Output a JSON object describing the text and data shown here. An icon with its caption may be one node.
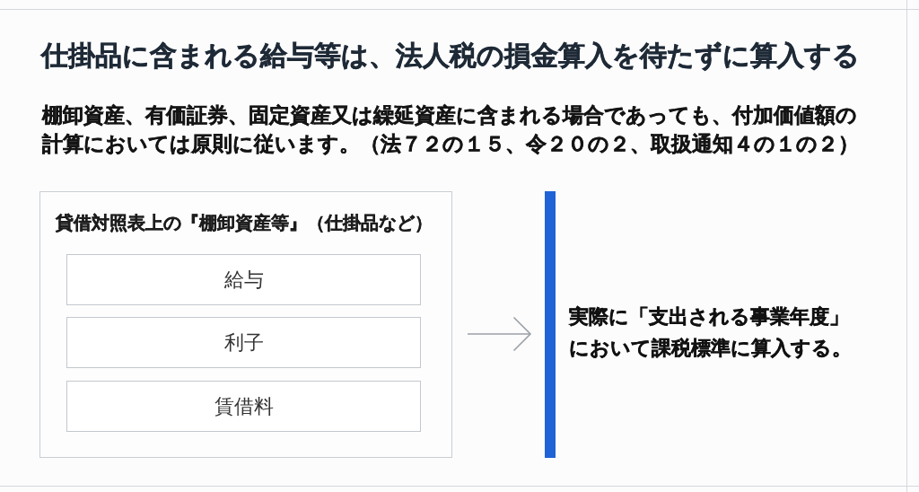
{
  "diagram": {
    "title": "仕掛品に含まれる給与等は、法人税の損金算入を待たずに算入する",
    "nodes": [
      {
        "text": [
          "貸借対照表上の『棚卸資産等』（仕掛品など）"
        ]
      },
      {
        "text": [
          "給与"
        ],
        "in": 0
      },
      {
        "text": [
          "利子"
        ],
        "in": 0
      },
      {
        "text": [
          "賃借料"
        ],
        "in": 0
      },
      {
        "text": [
          "実際に「支出される事業年度」において課税標準に算入する。"
        ]
      }
    ],
    "edges": [
      {
        "from": 0,
        "to": 4,
        "arrow": "to"
      }
    ],
    "labels": [
      "棚卸資産、有価証券、固定資産又は繰延資産に含まれる場合であっても、付加価値額の計算においては原則に従います。（法７２の１５、令２０の２、取扱通知４の１の２）"
    ]
  }
}
